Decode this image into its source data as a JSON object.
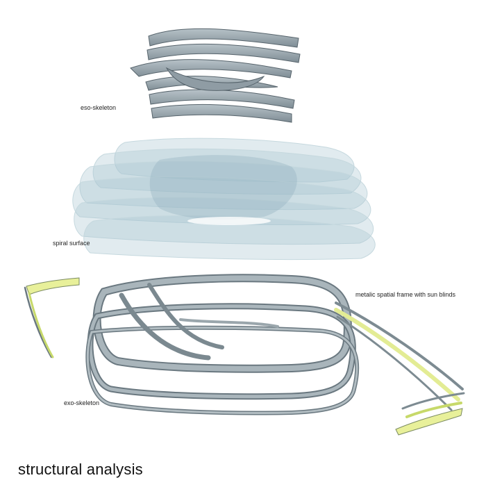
{
  "title": "structural analysis",
  "labels": {
    "eso": "eso-skeleton",
    "spiral": "spiral surface",
    "exo": "exo-skeleton",
    "frame": "metalic spatial frame with sun blinds"
  },
  "colors": {
    "band_fill": "#9aa8b0",
    "band_edge": "#5f6d75",
    "glass": "#a9c6d0",
    "blind": "#e8f09a",
    "background": "#ffffff"
  }
}
